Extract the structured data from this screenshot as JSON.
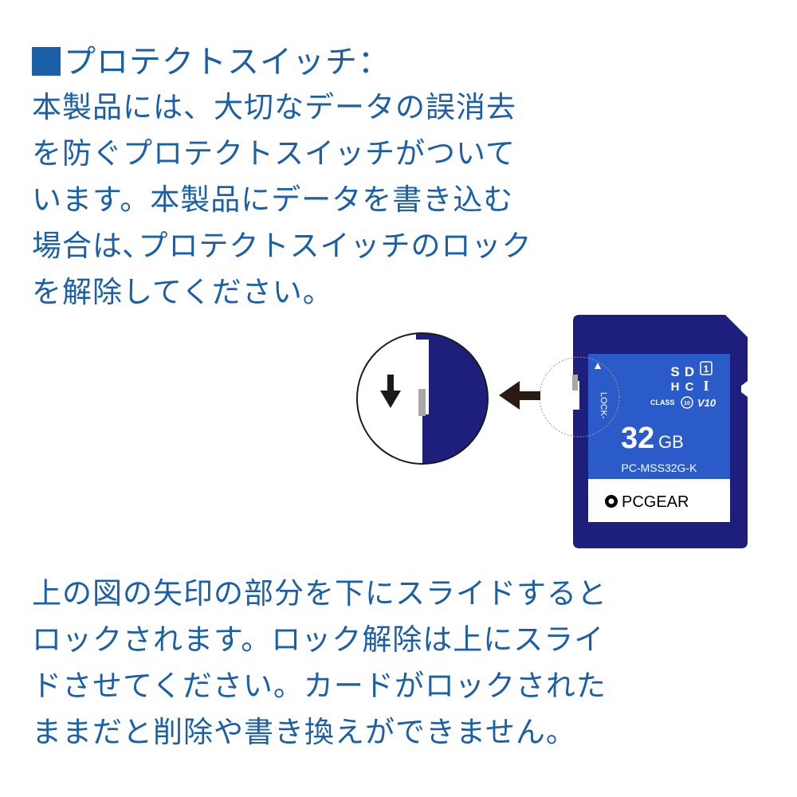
{
  "heading": "プロテクトスイッチ：",
  "intro_lines": [
    "本製品には、大切なデータの誤消去",
    "を防ぐプロテクトスイッチがついて",
    "います。本製品にデータを書き込む",
    "場合は､プロテクトスイッチのロック",
    "を解除してください。"
  ],
  "outro_lines": [
    "上の図の矢印の部分を下にスライドすると",
    "ロックされます。ロック解除は上にスライ",
    "ドさせてください。カードがロックされた",
    "ままだと削除や書き換えができません。"
  ],
  "card": {
    "capacity_number": "32",
    "capacity_unit": "GB",
    "model": "PC-MSS32G-K",
    "brand": "PCGEAR",
    "lock_label": "LOCK",
    "class_label": "CLASS",
    "class_number": "10",
    "speed_class": "V10",
    "uhs_number": "1",
    "sdhc_s": "S",
    "sdhc_d": "D",
    "sdhc_h": "H",
    "sdhc_c": "C",
    "uhs_roman": "I"
  },
  "colors": {
    "text_blue": "#1a5fa8",
    "card_navy": "#1e1e7c",
    "card_label_blue": "#2a5bc8",
    "switch_gray": "#a8a8a8"
  }
}
